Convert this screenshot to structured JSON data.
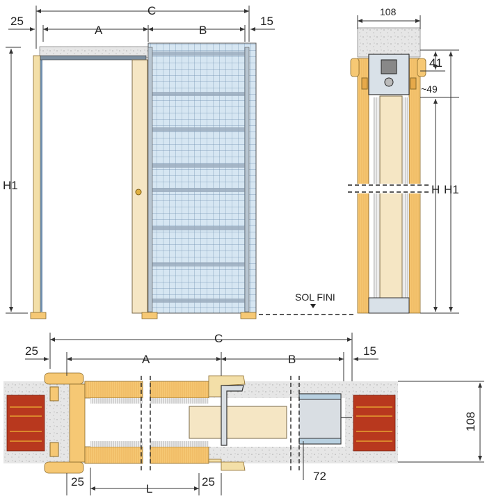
{
  "labels": {
    "front_c": "C",
    "front_a": "A",
    "front_b": "B",
    "front_25": "25",
    "front_15": "15",
    "front_h1": "H1",
    "side_108": "108",
    "side_41": "41",
    "side_49": "~49",
    "side_h": "H",
    "side_h1": "H1",
    "sol_fini": "SOL FINI",
    "plan_c": "C",
    "plan_a": "A",
    "plan_b": "B",
    "plan_25_left": "25",
    "plan_15": "15",
    "plan_108": "108",
    "plan_25_bottom_left": "25",
    "plan_l": "L",
    "plan_25_bottom_right": "25",
    "plan_72": "72"
  },
  "colors": {
    "wood": "#f6c874",
    "door": "#f5e6c4",
    "mesh": "#cfe0ee",
    "brick": "#b8381e",
    "plaster": "#e4e4e4"
  }
}
